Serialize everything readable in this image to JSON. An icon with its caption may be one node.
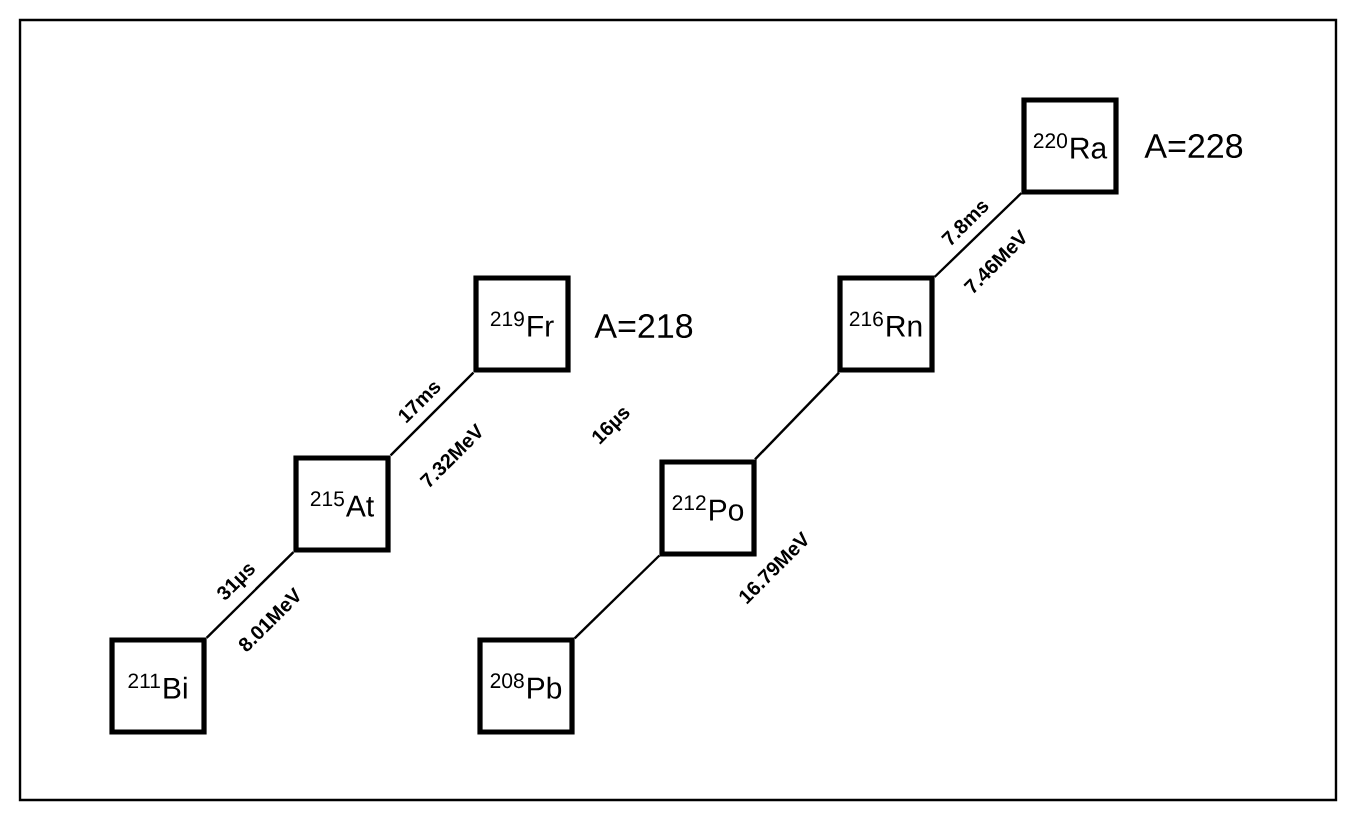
{
  "diagram": {
    "nodes": [
      {
        "text": [
          "$^{211}$Bi"
        ]
      },
      {
        "text": [
          "$^{215}$At"
        ]
      },
      {
        "text": [
          "$^{219}$Fr"
        ]
      },
      {
        "text": [
          "$^{208}$Pb"
        ]
      },
      {
        "text": [
          "$^{212}$Po"
        ]
      },
      {
        "text": [
          "$^{216}$Rn"
        ]
      },
      {
        "text": [
          "$^{220}$Ra"
        ]
      }
    ],
    "edges": [
      {
        "from": 1,
        "to": 0,
        "arrow": "none",
        "label": "31µs"
      },
      {
        "from": 2,
        "to": 1,
        "arrow": "none",
        "label": "17ms"
      },
      {
        "from": 4,
        "to": 3,
        "arrow": "none"
      },
      {
        "from": 5,
        "to": 4,
        "arrow": "none"
      },
      {
        "from": 6,
        "to": 5,
        "arrow": "none",
        "label": "7.8ms"
      }
    ],
    "labels": [
      "A=228",
      "7.46MeV",
      "A=218",
      "7.32MeV",
      "16µs",
      "8.01MeV",
      "16.79MeV"
    ]
  }
}
